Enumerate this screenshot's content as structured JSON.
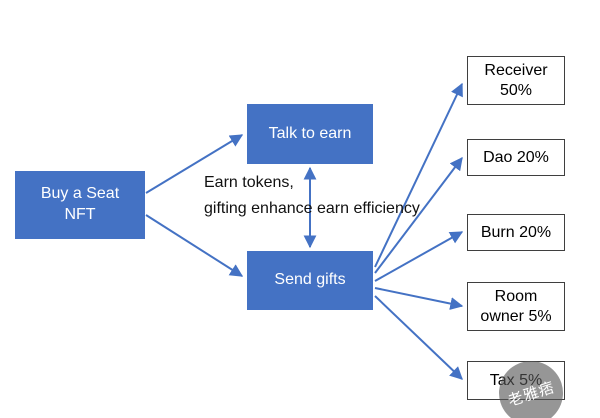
{
  "nodes": {
    "buy_seat_nft": "Buy a Seat NFT",
    "talk_to_earn": "Talk to earn",
    "send_gifts": "Send gifts",
    "receiver": "Receiver 50%",
    "dao": "Dao 20%",
    "burn": "Burn 20%",
    "room_owner": "Room owner 5%",
    "tax": "Tax 5%"
  },
  "annotation": {
    "line1": "Earn tokens,",
    "line2": "gifting enhance earn efficiency"
  },
  "watermark": "老雅痞",
  "colors": {
    "node_fill": "#4472C4",
    "node_text": "#FFFFFF",
    "arrow": "#4472C4",
    "outline_box_border": "#3F3F3F",
    "annotation_text": "#111111"
  }
}
